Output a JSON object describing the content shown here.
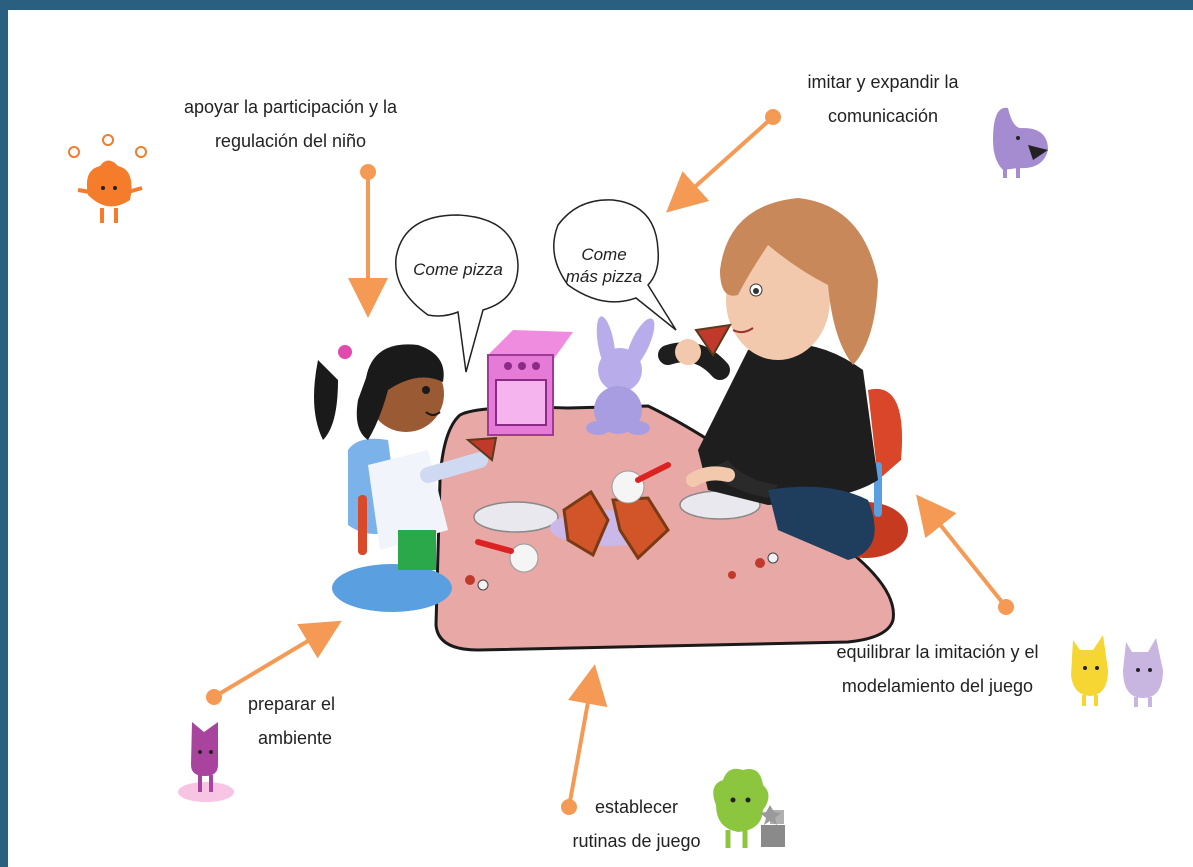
{
  "labels": {
    "support": [
      "apoyar la participación y la",
      "regulación del niño"
    ],
    "imitate": [
      "imitar y expandir la",
      "comunicación"
    ],
    "balance": [
      "equilibrar la imitación y el",
      "modelamiento del juego"
    ],
    "prepare": [
      "preparar el",
      "ambiente"
    ],
    "routines": [
      "establecer",
      "rutinas de juego"
    ]
  },
  "speech": {
    "child": "Come pizza",
    "adult_line1": "Come",
    "adult_line2": "más pizza"
  },
  "colors": {
    "frame": "#2a5f80",
    "arrow": "#f59a55",
    "table": "#e8a9a6",
    "support_creature": "#f47c2a",
    "imitate_creature": "#a58bd0",
    "balance_yellow": "#f5d633",
    "balance_lilac": "#c9b6e0",
    "prepare_creature": "#a9449e",
    "routines_creature": "#8cc63f"
  }
}
